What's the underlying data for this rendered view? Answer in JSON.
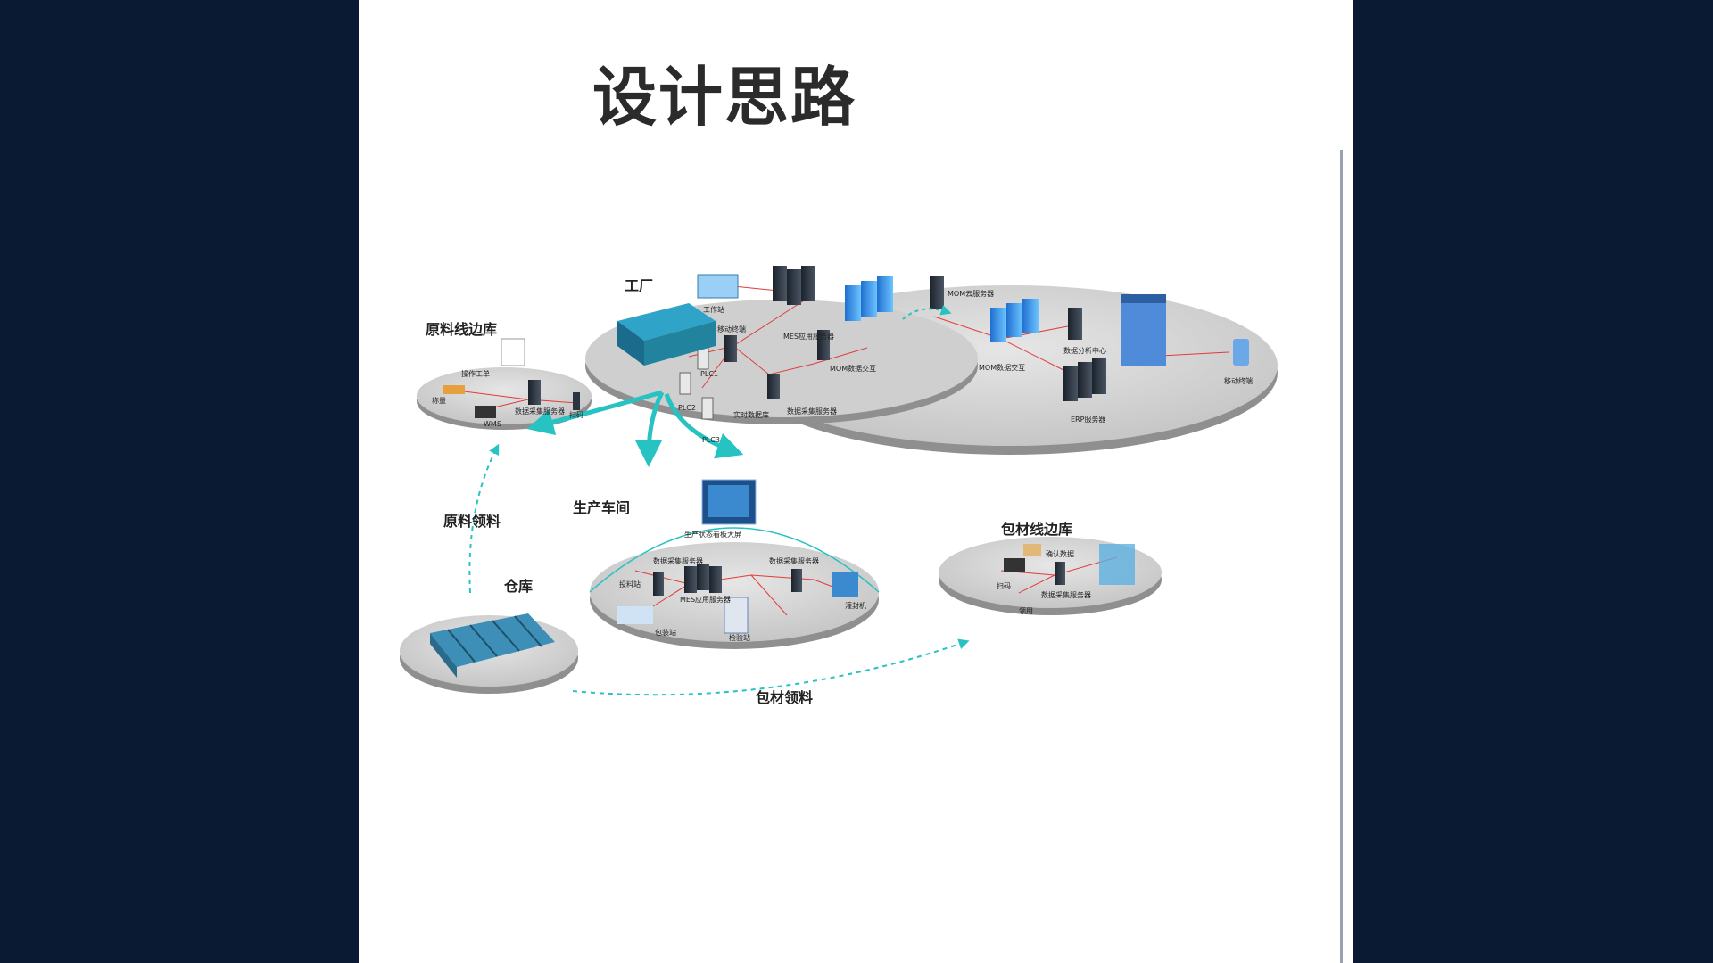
{
  "slide": {
    "title": "设计思路"
  },
  "diagram": {
    "nodes": {
      "factory": {
        "label": "工厂"
      },
      "raw_line_store": {
        "label": "原料线边库"
      },
      "production_workshop": {
        "label": "生产车间"
      },
      "warehouse": {
        "label": "仓库"
      },
      "packaging_line_store": {
        "label": "包材线边库"
      }
    },
    "flows": {
      "raw_material_pick": "原料领料",
      "packaging_material_pick": "包材领料"
    },
    "factory_labels": {
      "workstation": "工作站",
      "mobile_terminal": "移动终端",
      "mes_app_server": "MES应用服务器",
      "mom_data_exchange": "MOM数据交互",
      "plc1": "PLC1",
      "plc2": "PLC2",
      "plc3": "PLC3",
      "realtime_db": "实时数据库",
      "data_collection_server": "数据采集服务器"
    },
    "cloud_labels": {
      "mom_cloud_server": "MOM云服务器",
      "mom_data_exchange": "MOM数据交互",
      "data_analysis_center": "数据分析中心",
      "erp_server": "ERP服务器",
      "mobile_terminal": "移动终端"
    },
    "raw_store_labels": {
      "operator": "操作工单",
      "scale": "称量",
      "wms": "WMS",
      "data_collection_server": "数据采集服务器",
      "scanner": "扫码"
    },
    "workshop_labels": {
      "big_screen": "生产状态看板大屏",
      "data_collection_server_1": "数据采集服务器",
      "data_collection_server_2": "数据采集服务器",
      "mes_app_server": "MES应用服务器",
      "feeding_station": "投料站",
      "packaging": "包装站",
      "check_station": "检验站",
      "cleaning": "灌封机"
    },
    "packaging_store_labels": {
      "confirm_data": "确认数据",
      "scan": "扫码",
      "data_collection_server": "数据采集服务器",
      "receiving": "领用"
    },
    "colors": {
      "arrow": "#27c2c2",
      "link": "#e23b3b",
      "platform_top": "#d9d9d9",
      "platform_edge": "#a9a9a9",
      "server": "#2b3440",
      "accent": "#1f8fd0"
    }
  }
}
